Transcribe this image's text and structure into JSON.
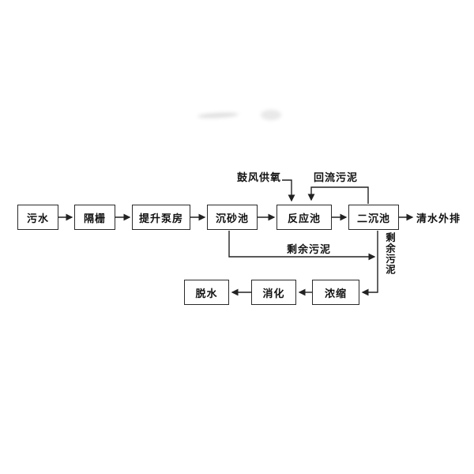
{
  "diagram": {
    "boxes": {
      "sewage": "污水",
      "bar_screen": "隔栅",
      "lift_pump_station": "提升泵房",
      "grit_chamber": "沉砂池",
      "reaction_tank": "反应池",
      "secondary_clarifier": "二沉池",
      "thickening": "浓缩",
      "digestion": "消化",
      "dewatering": "脱水"
    },
    "labels": {
      "effluent": "清水外排",
      "aeration": "鼓风供氧",
      "return_sludge": "回流污泥",
      "excess_sludge": "剩余污泥",
      "excess_sludge_vertical": "剩余污泥"
    },
    "colors": {
      "line": "#222222",
      "box_border": "#2a2a2a",
      "text": "#111111",
      "background": "#ffffff"
    }
  }
}
